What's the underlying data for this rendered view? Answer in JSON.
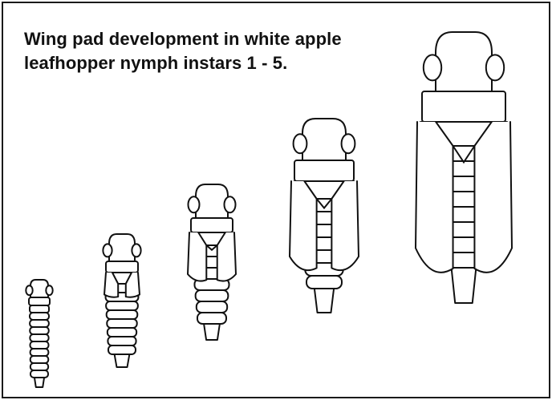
{
  "figure": {
    "caption_line1": "Wing pad development in white apple",
    "caption_line2": "leafhopper nymph instars 1 - 5."
  },
  "instars": [
    {
      "id": 1,
      "icon": "leafhopper-nymph-instar-1"
    },
    {
      "id": 2,
      "icon": "leafhopper-nymph-instar-2"
    },
    {
      "id": 3,
      "icon": "leafhopper-nymph-instar-3"
    },
    {
      "id": 4,
      "icon": "leafhopper-nymph-instar-4"
    },
    {
      "id": 5,
      "icon": "leafhopper-nymph-instar-5"
    }
  ],
  "colors": {
    "ink": "#111111",
    "background": "#ffffff",
    "border": "#1a1a1a"
  }
}
